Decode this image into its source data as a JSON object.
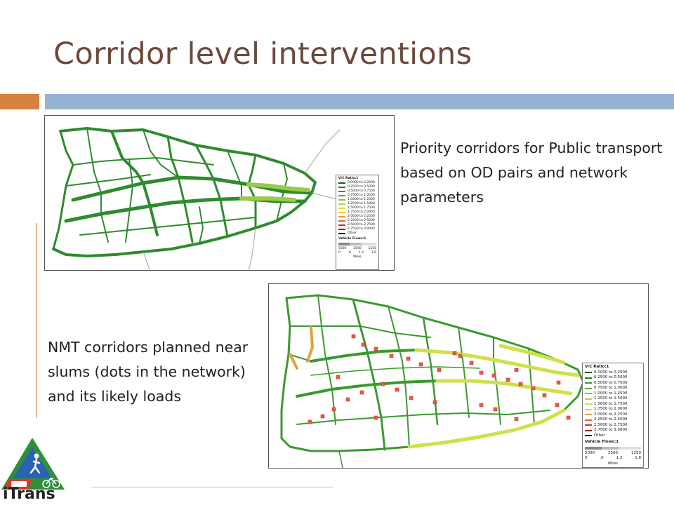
{
  "slide": {
    "title": "Corridor level interventions",
    "caption_top": "Priority corridors for Public transport based on OD pairs and network parameters",
    "caption_bottom": "NMT corridors planned near slums (dots in the network) and its likely loads"
  },
  "logo": {
    "text": "iTrans"
  },
  "legend": {
    "title": "V/C Ratio:1",
    "classes": [
      {
        "label": "0.0000 to 0.2500",
        "color": "#1d5e1d"
      },
      {
        "label": "0.2500 to 0.5000",
        "color": "#2b7a22"
      },
      {
        "label": "0.5000 to 0.7500",
        "color": "#3d9130"
      },
      {
        "label": "0.7500 to 1.0000",
        "color": "#63a83a"
      },
      {
        "label": "1.0000 to 1.2500",
        "color": "#8cbd3e"
      },
      {
        "label": "1.2500 to 1.5000",
        "color": "#b3d143"
      },
      {
        "label": "1.5000 to 1.7500",
        "color": "#d8e04a"
      },
      {
        "label": "1.7500 to 2.0000",
        "color": "#e8c847"
      },
      {
        "label": "2.0000 to 2.2500",
        "color": "#e39a3c"
      },
      {
        "label": "2.2500 to 2.5000",
        "color": "#d66a2e"
      },
      {
        "label": "2.5000 to 2.7500",
        "color": "#c23b24"
      },
      {
        "label": "2.7500 to 3.0000",
        "color": "#9c1f1a"
      },
      {
        "label": "Other",
        "color": "#222222"
      }
    ],
    "flows_title": "Vehicle Flows:1",
    "flows": [
      "5000",
      "2500",
      "1250"
    ],
    "scale": [
      "0",
      ".6",
      "1.2",
      "1.8"
    ],
    "scale_unit": "Miles"
  }
}
